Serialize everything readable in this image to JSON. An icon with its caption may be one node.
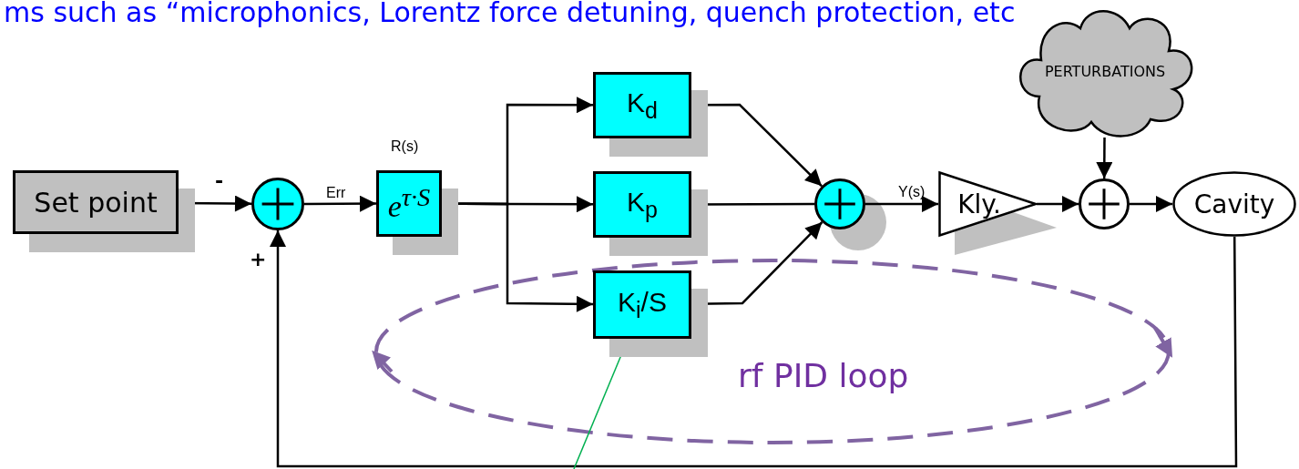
{
  "diagram": {
    "nodes": [
      {
        "text": [
          "Set point"
        ]
      },
      {
        "text": [],
        "shape": "circle"
      },
      {
        "text": [
          "e$^{τ·S}$"
        ],
        "beside": [
          "R(s)"
        ]
      },
      {
        "text": [
          "K$_{d}$"
        ]
      },
      {
        "text": [
          "K$_{p}$"
        ]
      },
      {
        "text": [
          "K$_{i}$/S"
        ]
      },
      {
        "text": [],
        "shape": "circle"
      },
      {
        "text": [
          "Kly."
        ]
      },
      {
        "text": [
          "PERTURBATIONS"
        ]
      },
      {
        "text": [],
        "shape": "circle"
      },
      {
        "text": [
          "Cavity"
        ]
      }
    ],
    "edges": [
      {
        "from": 0,
        "to": 1,
        "arrow": "to",
        "label": "-"
      },
      {
        "from": 1,
        "to": 2,
        "arrow": "to",
        "label": "Err"
      },
      {
        "from": 2,
        "to": 3,
        "arrow": "to"
      },
      {
        "from": 2,
        "to": 4,
        "arrow": "to"
      },
      {
        "from": 2,
        "to": 5,
        "arrow": "to"
      },
      {
        "from": 3,
        "to": 6,
        "arrow": "to"
      },
      {
        "from": 4,
        "to": 6,
        "arrow": "none"
      },
      {
        "from": 5,
        "to": 6,
        "arrow": "to"
      },
      {
        "from": 6,
        "to": 7,
        "arrow": "to",
        "label": "Y(s)"
      },
      {
        "from": 7,
        "to": 9,
        "arrow": "to"
      },
      {
        "from": 8,
        "to": 9,
        "arrow": "to"
      },
      {
        "from": 9,
        "to": 10,
        "arrow": "to"
      },
      {
        "from": 10,
        "to": 1,
        "arrow": "to",
        "label": "+"
      },
      {
        "from": null,
        "to": 5,
        "arrow": "to",
        "color": "#00b050"
      }
    ],
    "labels": [
      "ms such as “microphonics, Lorentz force detuning, quench protection, etc",
      "rf PID loop"
    ]
  }
}
